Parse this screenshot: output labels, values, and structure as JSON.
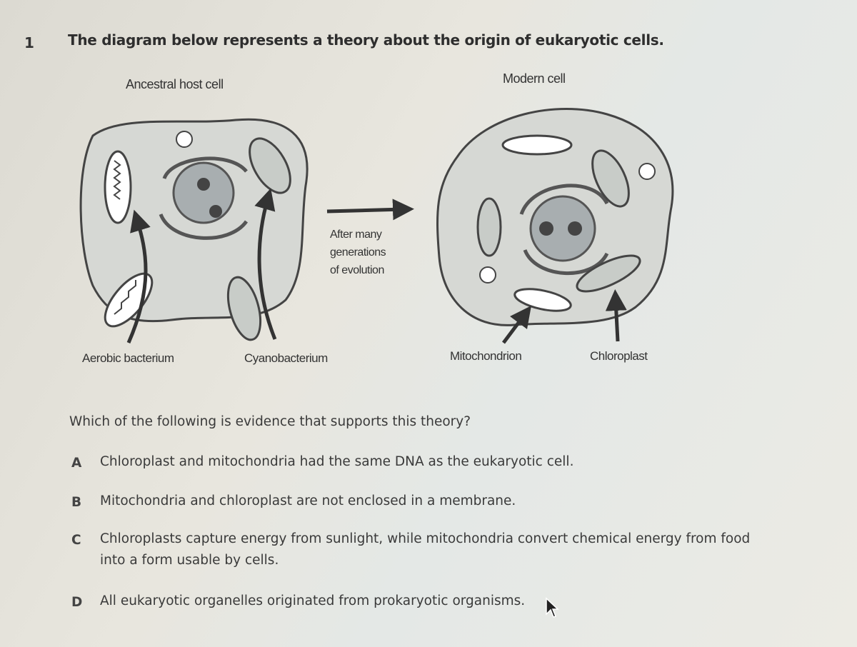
{
  "question": {
    "number": "1",
    "title": "The diagram below represents a theory about the origin of eukaryotic cells.",
    "prompt": "Which of the following is evidence that supports this theory?"
  },
  "diagram": {
    "left_title": "Ancestral host cell",
    "right_title": "Modern cell",
    "arrow_caption": [
      "After many",
      "generations",
      "of evolution"
    ],
    "labels": {
      "aerobic_bacterium": "Aerobic bacterium",
      "cyanobacterium": "Cyanobacterium",
      "mitochondrion": "Mitochondrion",
      "chloroplast": "Chloroplast"
    }
  },
  "options": [
    {
      "letter": "A",
      "text": "Chloroplast and mitochondria had the same DNA as the eukaryotic cell."
    },
    {
      "letter": "B",
      "text": "Mitochondria and chloroplast are not enclosed in a membrane."
    },
    {
      "letter": "C",
      "text": "Chloroplasts capture energy from sunlight, while mitochondria convert chemical energy from food into a form usable by cells."
    },
    {
      "letter": "D",
      "text": "All eukaryotic organelles originated from prokaryotic organisms."
    }
  ]
}
